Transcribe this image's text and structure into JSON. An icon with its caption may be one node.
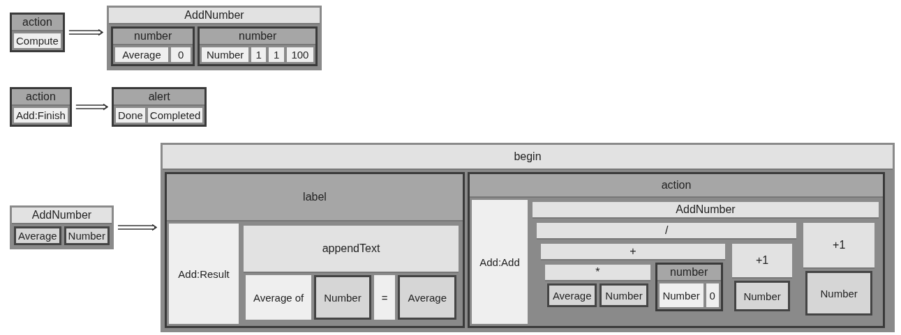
{
  "diagram": {
    "nodes": [
      {
        "text": [
          "action"
        ]
      },
      {
        "text": [
          "Compute"
        ],
        "in": 0
      },
      {
        "text": [
          "AddNumber"
        ]
      },
      {
        "text": [
          "number"
        ],
        "in": 2
      },
      {
        "text": [
          "Average"
        ],
        "in": 3
      },
      {
        "text": [
          "0"
        ],
        "in": 3
      },
      {
        "text": [
          "number"
        ],
        "in": 2
      },
      {
        "text": [
          "Number"
        ],
        "in": 6
      },
      {
        "text": [
          "1"
        ],
        "in": 6
      },
      {
        "text": [
          "1"
        ],
        "in": 6
      },
      {
        "text": [
          "100"
        ],
        "in": 6
      },
      {
        "text": [
          "action"
        ]
      },
      {
        "text": [
          "Add:Finish"
        ],
        "in": 11
      },
      {
        "text": [
          "alert"
        ]
      },
      {
        "text": [
          "Done"
        ],
        "in": 13
      },
      {
        "text": [
          "Completed"
        ],
        "in": 13
      },
      {
        "text": [
          "AddNumber"
        ]
      },
      {
        "text": [
          "Average"
        ],
        "in": 16
      },
      {
        "text": [
          "Number"
        ],
        "in": 16
      },
      {
        "text": [
          "begin"
        ]
      },
      {
        "text": [
          "label"
        ],
        "in": 19
      },
      {
        "text": [
          "Add:Result"
        ],
        "in": 20
      },
      {
        "text": [
          "appendText"
        ],
        "in": 20
      },
      {
        "text": [
          "Average of"
        ],
        "in": 22
      },
      {
        "text": [
          "Number"
        ],
        "in": 22
      },
      {
        "text": [
          "="
        ],
        "in": 22
      },
      {
        "text": [
          "Average"
        ],
        "in": 22
      },
      {
        "text": [
          "action"
        ],
        "in": 19
      },
      {
        "text": [
          "Add:Add"
        ],
        "in": 27
      },
      {
        "text": [
          "AddNumber"
        ],
        "in": 27
      },
      {
        "text": [
          "/"
        ],
        "in": 29
      },
      {
        "text": [
          "+"
        ],
        "in": 30
      },
      {
        "text": [
          "*"
        ],
        "in": 31
      },
      {
        "text": [
          "Average"
        ],
        "in": 32
      },
      {
        "text": [
          "Number"
        ],
        "in": 32
      },
      {
        "text": [
          "number"
        ],
        "in": 31
      },
      {
        "text": [
          "Number"
        ],
        "in": 35
      },
      {
        "text": [
          "0"
        ],
        "in": 35
      },
      {
        "text": [
          "+1"
        ],
        "in": 30
      },
      {
        "text": [
          "Number"
        ],
        "in": 38
      },
      {
        "text": [
          "+1"
        ],
        "in": 29
      },
      {
        "text": [
          "Number"
        ],
        "in": 40
      }
    ],
    "edges": [
      {
        "from": 0,
        "to": 2,
        "arrow": "to"
      },
      {
        "from": 11,
        "to": 13,
        "arrow": "to"
      },
      {
        "from": 16,
        "to": 19,
        "arrow": "to"
      }
    ]
  }
}
